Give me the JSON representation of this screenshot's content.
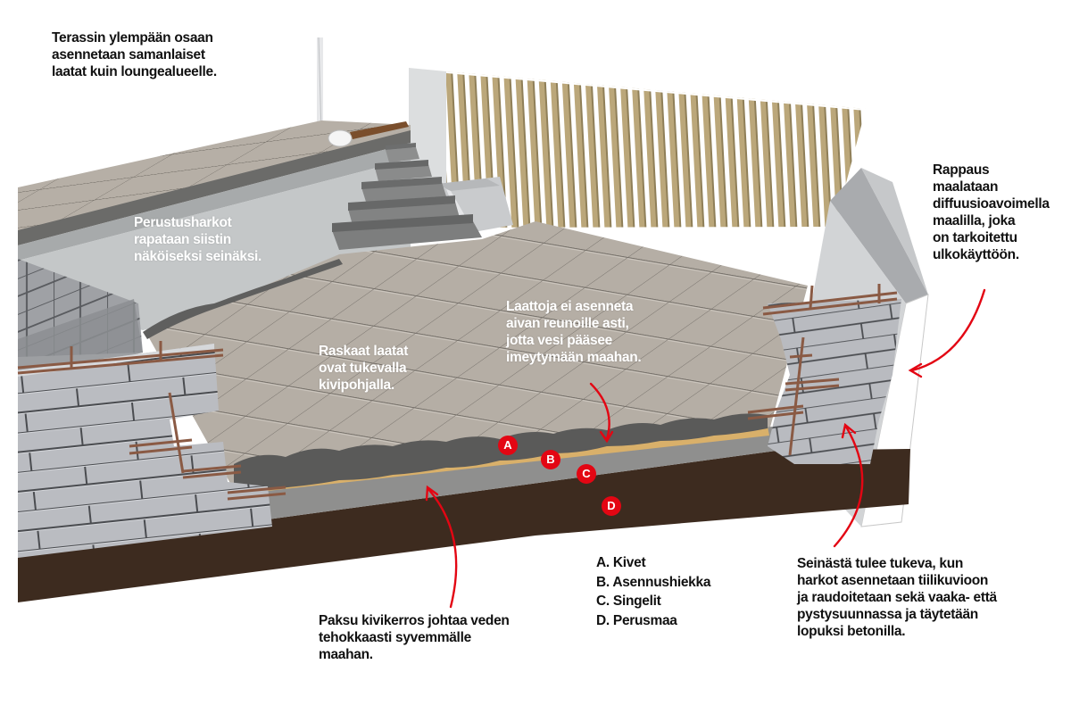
{
  "title": "Terassin rakenne – poikkileikkaus",
  "colors": {
    "marker": "#e30613",
    "arrow": "#e30613",
    "tile": "#b3aca3",
    "wall_block": "#b9bbc0",
    "rebar": "#8a5a44",
    "sand": "#d9b06a",
    "gravel": "#8d8d8c",
    "stones": "#5e5e5d",
    "soil": "#3d2b1f",
    "slat": "#b9a67a",
    "render": "#d8dadb"
  },
  "annotations": {
    "upper_terrace": [
      "Terassin ylempään osaan",
      "asennetaan samanlaiset",
      "laatat kuin loungealueelle."
    ],
    "foundation_blocks": [
      "Perustusharkot",
      "rapataan siistin",
      "näköiseksi seinäksi."
    ],
    "heavy_tiles": [
      "Raskaat laatat",
      "ovat tukevalla",
      "kivipohjalla."
    ],
    "tile_edges": [
      "Laattoja ei asenneta",
      "aivan reunoille asti,",
      "jotta vesi pääsee",
      "imeytymään maahan."
    ],
    "render_paint": [
      "Rappaus",
      "maalataan",
      "diffuusioavoimella",
      "maalilla, joka",
      "on tarkoitettu",
      "ulkokäyttöön."
    ],
    "stone_layer": [
      "Paksu kivikerros johtaa veden",
      "tehokkaasti syvemmälle",
      "maahan."
    ],
    "wall_strength": [
      "Seinästä tulee tukeva, kun",
      "harkot asennetaan tiilikuvioon",
      "ja raudoitetaan sekä vaaka- että",
      "pystysuunnassa ja täytetään",
      "lopuksi betonilla."
    ]
  },
  "markers": [
    {
      "letter": "A"
    },
    {
      "letter": "B"
    },
    {
      "letter": "C"
    },
    {
      "letter": "D"
    }
  ],
  "legend": [
    "A. Kivet",
    "B. Asennushiekka",
    "C. Singelit",
    "D. Perusmaa"
  ]
}
